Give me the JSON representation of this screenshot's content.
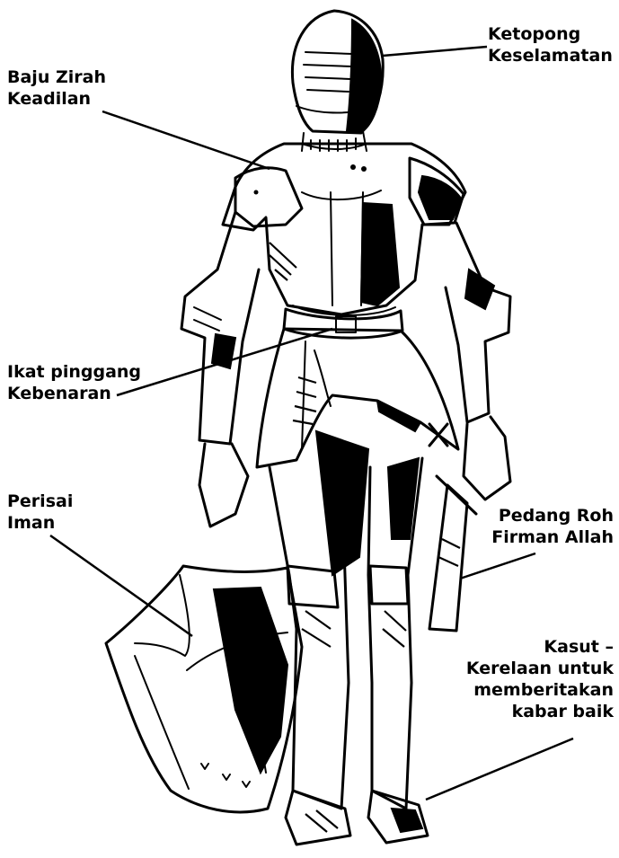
{
  "labels": {
    "helmet": [
      "Ketopong",
      "Keselamatan"
    ],
    "breastplate": [
      "Baju Zirah",
      "Keadilan"
    ],
    "belt": [
      "Ikat pinggang",
      "Kebenaran"
    ],
    "shield": [
      "Perisai",
      "Iman"
    ],
    "sword": [
      "Pedang Roh",
      "Firman Allah"
    ],
    "shoes": [
      "Kasut –",
      "Kerelaan untuk",
      "memberitakan",
      "kabar baik"
    ]
  }
}
